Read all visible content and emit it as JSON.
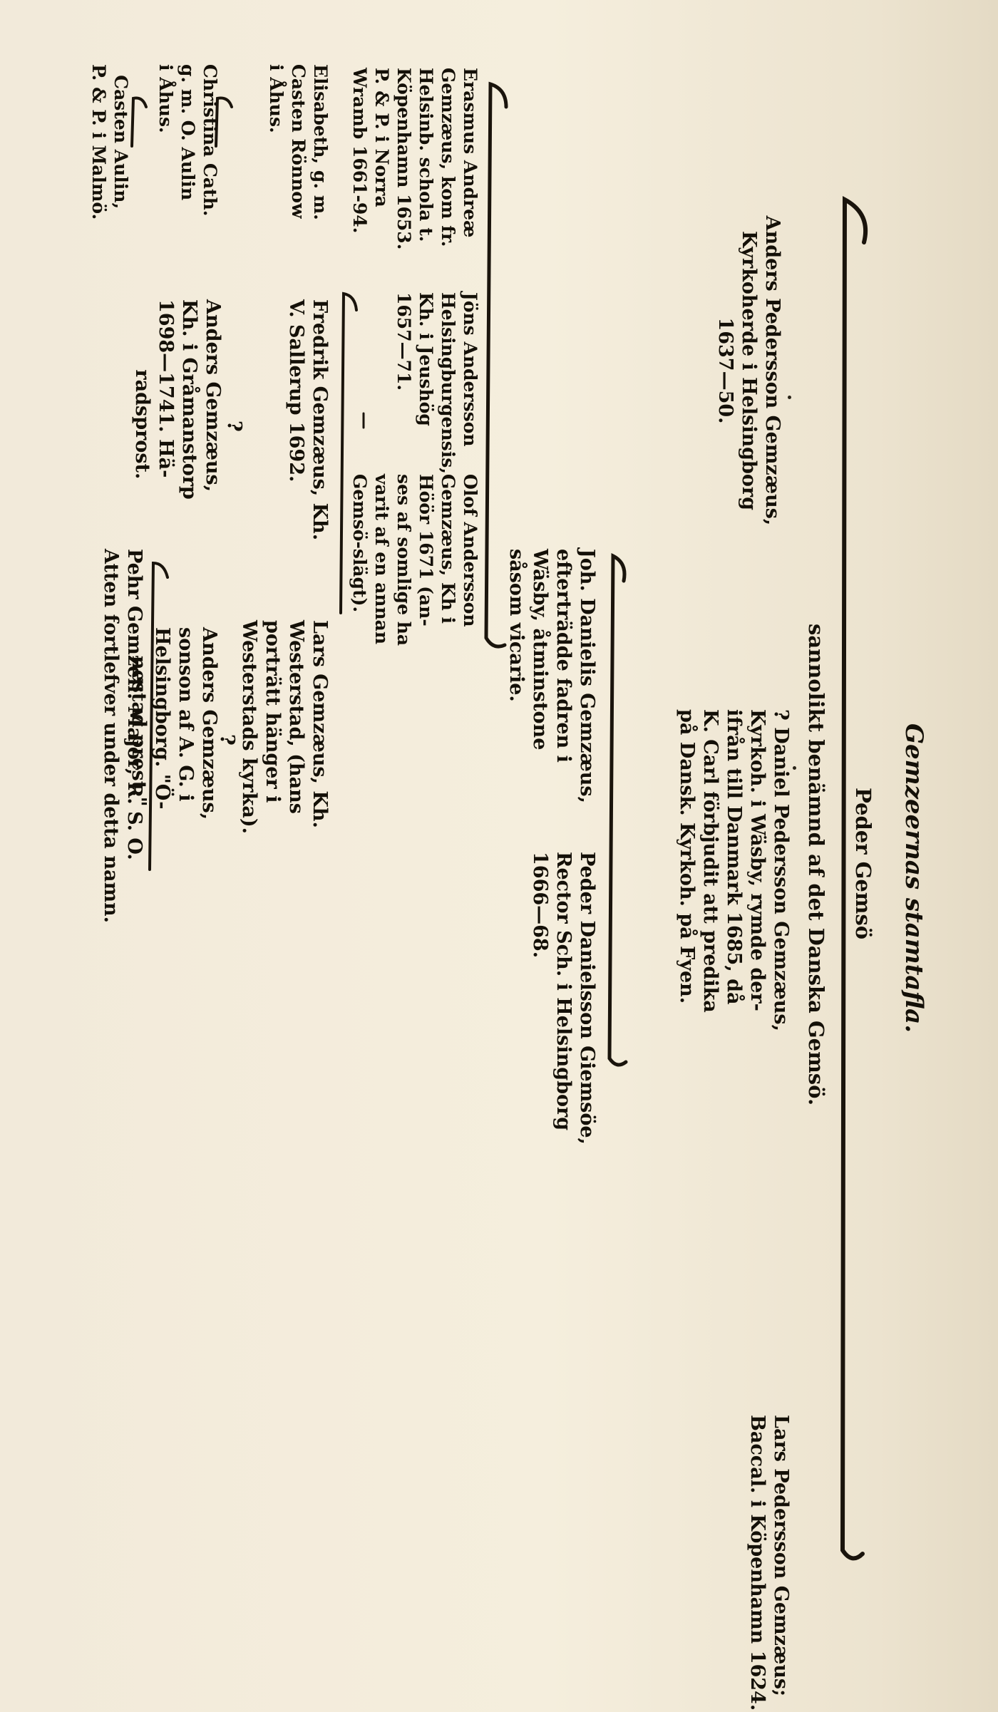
{
  "title": "Gemzeernas stamtafla.",
  "root_name": "Peder Gemsö",
  "root_note": "sannolikt benämnd af det Danska Gemsö.",
  "gen1": {
    "daniel": [
      "? Daniel Pedersson Gemzæus,",
      "Kyrkoh. i Wäsby, rymde der-",
      "ifrån till Danmark 1685, då",
      "K. Carl förbjudit att predika",
      "på Dansk. Kyrkoh. på Fyen."
    ],
    "lars": [
      "Lars Pedersson Gemzæus;",
      "Baccal. i Köpenhamn 1624."
    ],
    "anders": [
      "Anders Pedersson Gemzæus,",
      "Kyrkoherde i Helsingborg",
      "1637—50."
    ]
  },
  "gen2_daniel": {
    "joh": [
      "Joh. Danielis Gemzæus,",
      "efterträdde fadren i",
      "Wäsby, åtminstone",
      "såsom vicarie."
    ],
    "peder": [
      "Peder Danielsson Giemsöe,",
      "Rector Sch. i Helsingborg",
      "1666—68."
    ]
  },
  "gen2_anders": {
    "erasmus": [
      "Erasmus Andreæ",
      "Gemzæus, kom fr.",
      "Helsinb. schola t.",
      "Köpenhamn 1653.",
      "P. & P. i Norra",
      "Wramb 1661-94."
    ],
    "jons": [
      "Jöns Andersson",
      "Helsingburgensis,",
      "Kh. i Jeushög",
      "1657—71."
    ],
    "olof": [
      "Olof Andersson",
      "Gemzæus, Kh i",
      "Höör 1671 (an-",
      "ses af somlige ha",
      "varit af en annan",
      "Gemsö-slägt)."
    ]
  },
  "gen3": {
    "elisabeth": [
      "Elisabeth, g. m.",
      "Casten Rönnow",
      "i Åhus."
    ],
    "fredrik": [
      "Fredrik Gemzæus, Kh.",
      "V. Sallerup 1692."
    ],
    "lars_kh": [
      "Lars Gemzæus, Kh.",
      "Westerstad, (hans",
      "porträtt hänger i",
      "Westerstads kyrka)."
    ],
    "q1": "?",
    "q2": "?"
  },
  "gen4": {
    "christina": [
      "Christina Cath.",
      "g. m. O. Aulin",
      "i Åhus."
    ],
    "anders_kh": [
      "Anders Gemzæus,",
      "Kh. i Gråmanstorp",
      "1698—1741. Hä-",
      "radsprost."
    ],
    "anders_sonson": [
      "Anders Gemzæus,",
      "sonson af A. G. i",
      "Helsingborg. \"Ö-",
      "nestad prest.\""
    ]
  },
  "gen5": {
    "casten": [
      "Casten Aulin,",
      "P. & P. i Malmö."
    ],
    "pehr": [
      "Pehr Gemzell. Major, R. S. O.",
      "Atten fortlefver under detta namn."
    ]
  }
}
